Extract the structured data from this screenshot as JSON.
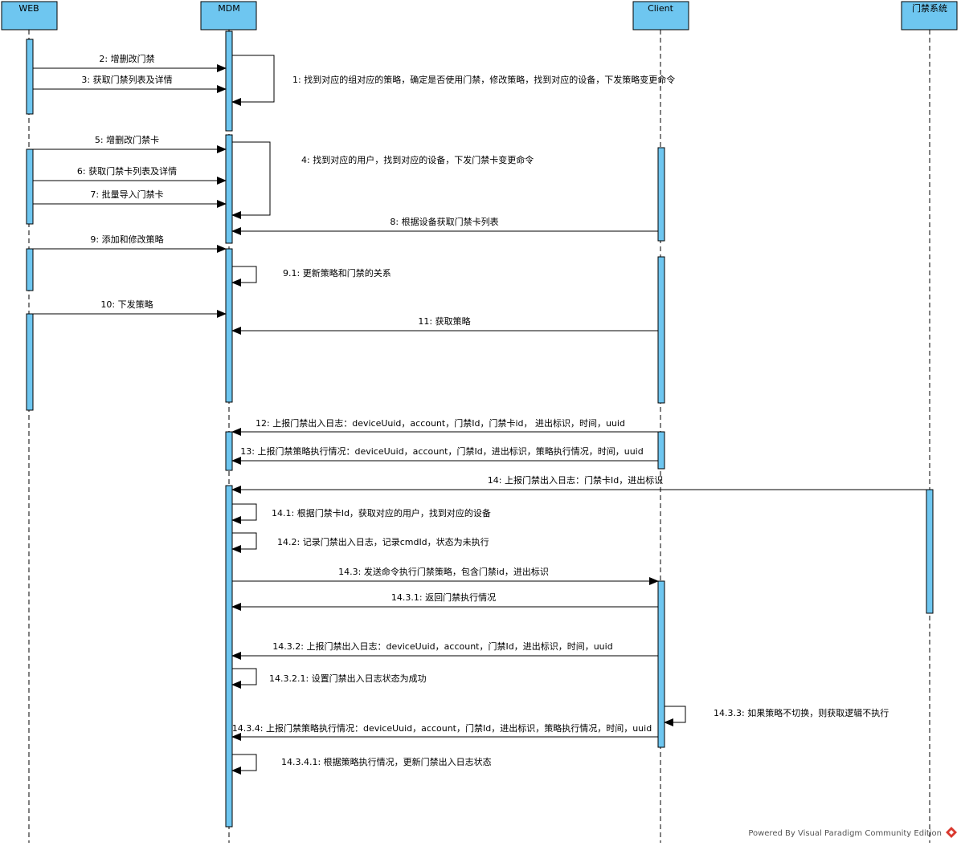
{
  "participants": [
    {
      "id": "web",
      "name": "WEB"
    },
    {
      "id": "mdm",
      "name": "MDM"
    },
    {
      "id": "client",
      "name": "Client"
    },
    {
      "id": "door",
      "name": "门禁系统"
    }
  ],
  "messages": [
    {
      "label": "2: 增删改门禁"
    },
    {
      "label": "3: 获取门禁列表及详情"
    },
    {
      "label": "1: 找到对应的组对应的策略，确定是否使用门禁，修改策略，找到对应的设备，下发策略变更命令"
    },
    {
      "label": "5: 增删改门禁卡"
    },
    {
      "label": "6: 获取门禁卡列表及详情"
    },
    {
      "label": "7: 批量导入门禁卡"
    },
    {
      "label": "4: 找到对应的用户，找到对应的设备，下发门禁卡变更命令"
    },
    {
      "label": "8: 根据设备获取门禁卡列表"
    },
    {
      "label": "9: 添加和修改策略"
    },
    {
      "label": "9.1: 更新策略和门禁的关系"
    },
    {
      "label": "10: 下发策略"
    },
    {
      "label": "11: 获取策略"
    },
    {
      "label": "12: 上报门禁出入日志：deviceUuid，account，门禁Id，门禁卡id， 进出标识，时间，uuid"
    },
    {
      "label": "13: 上报门禁策略执行情况：deviceUuid，account，门禁Id，进出标识，策略执行情况，时间，uuid"
    },
    {
      "label": "14: 上报门禁出入日志：门禁卡Id，进出标识"
    },
    {
      "label": "14.1: 根据门禁卡Id，获取对应的用户，找到对应的设备"
    },
    {
      "label": "14.2: 记录门禁出入日志，记录cmdId，状态为未执行"
    },
    {
      "label": "14.3: 发送命令执行门禁策略，包含门禁id，进出标识"
    },
    {
      "label": "14.3.1: 返回门禁执行情况"
    },
    {
      "label": "14.3.2: 上报门禁出入日志：deviceUuid，account，门禁Id，进出标识，时间，uuid"
    },
    {
      "label": "14.3.2.1: 设置门禁出入日志状态为成功"
    },
    {
      "label": "14.3.3: 如果策略不切换，则获取逻辑不执行"
    },
    {
      "label": "14.3.4: 上报门禁策略执行情况：deviceUuid，account，门禁Id，进出标识，策略执行情况，时间，uuid"
    },
    {
      "label": "14.3.4.1: 根据策略执行情况，更新门禁出入日志状态"
    }
  ],
  "footer": "Powered By Visual Paradigm Community Edition",
  "colors": {
    "activation": "#6ec6f0",
    "head": "#6ec6f0",
    "line": "#000000"
  }
}
